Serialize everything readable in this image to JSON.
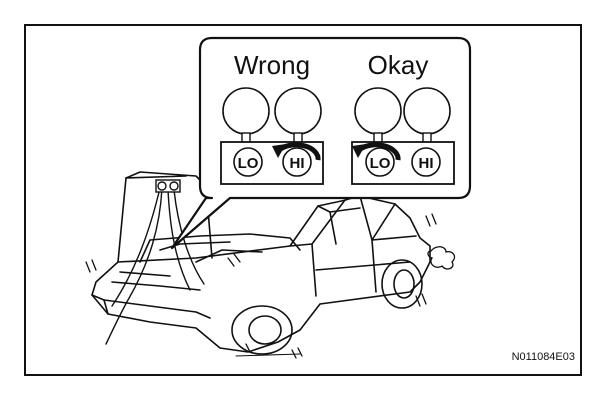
{
  "callout": {
    "wrong": {
      "heading": "Wrong",
      "low_label": "LO",
      "high_label": "HI",
      "turned_valve": "HI"
    },
    "okay": {
      "heading": "Okay",
      "low_label": "LO",
      "high_label": "HI",
      "turned_valve": "LO"
    }
  },
  "figure_code": "N011084E03",
  "icons": [
    "rotation-arrow-icon",
    "vibration-marks-icon",
    "exhaust-smoke-icon"
  ]
}
